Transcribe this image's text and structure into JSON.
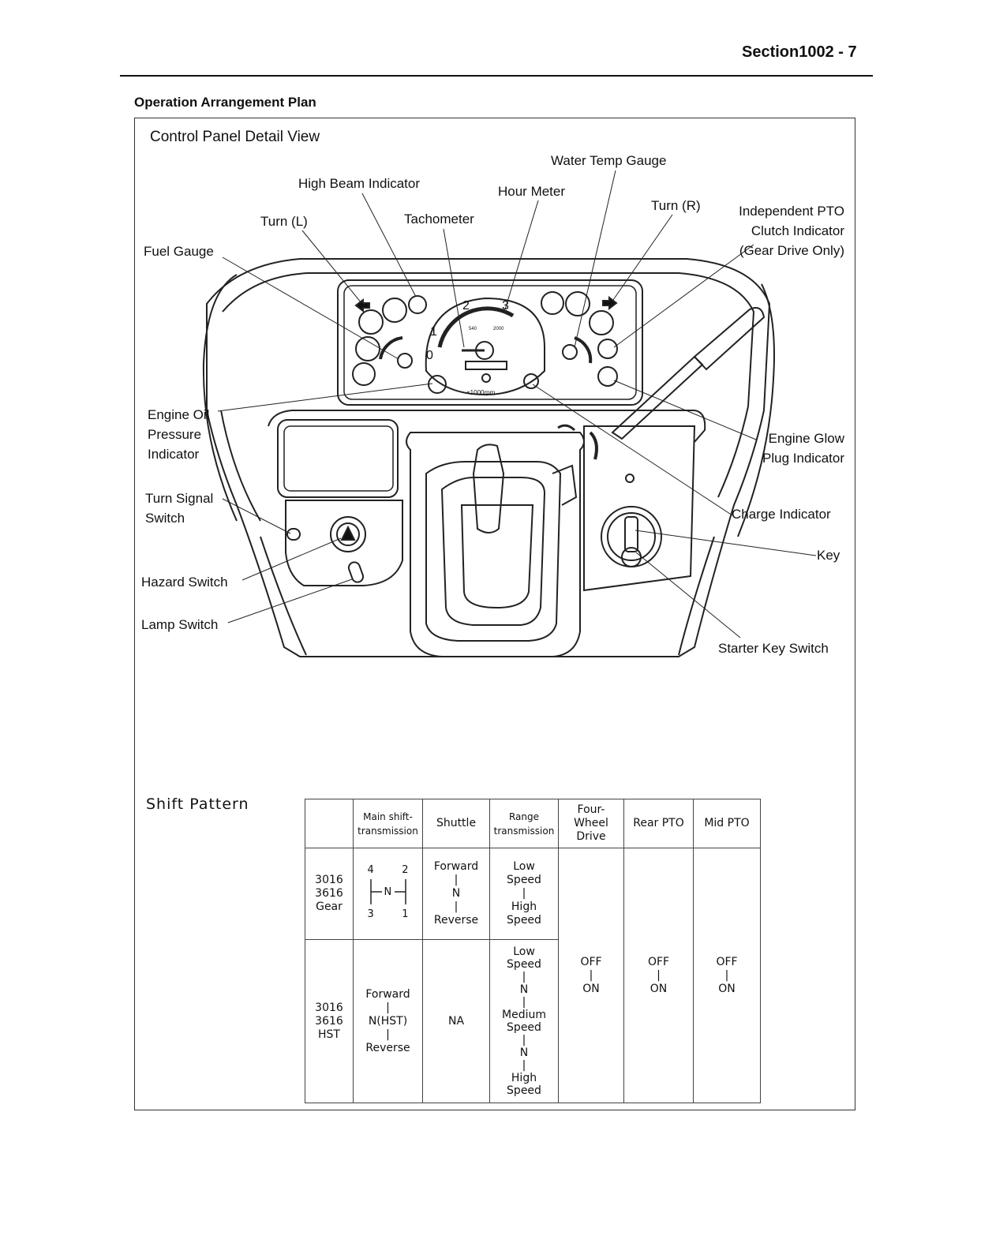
{
  "header": {
    "section": "Section1002 - 7"
  },
  "page_heading": "Operation Arrangement Plan",
  "panel": {
    "title": "Control Panel Detail View",
    "callouts": {
      "water_temp": "Water Temp Gauge",
      "high_beam": "High Beam Indicator",
      "hour_meter": "Hour Meter",
      "turn_r": "Turn (R)",
      "turn_l": "Turn (L)",
      "tachometer": "Tachometer",
      "pto_1": "Independent PTO",
      "pto_2": "Clutch Indicator",
      "pto_3": "(Gear Drive Only)",
      "fuel": "Fuel Gauge",
      "oil_1": "Engine Oil",
      "oil_2": "Pressure",
      "oil_3": "Indicator",
      "glow_1": "Engine Glow",
      "glow_2": "Plug Indicator",
      "turn_switch_1": "Turn Signal",
      "turn_switch_2": "Switch",
      "charge": "Charge Indicator",
      "key": "Key",
      "hazard": "Hazard Switch",
      "lamp": "Lamp Switch",
      "starter": "Starter Key Switch"
    },
    "gauge_marks": {
      "tach_0": "0",
      "tach_1": "1",
      "tach_2": "2",
      "tach_3": "3",
      "rpm_unit": "×1000rpm",
      "pto_540": "540",
      "pto_2000": "2000"
    }
  },
  "shift_pattern": {
    "title": "Shift Pattern",
    "headers": {
      "main_shift": [
        "Main shift-",
        "transmission"
      ],
      "shuttle": "Shuttle",
      "range": [
        "Range",
        "transmission"
      ],
      "four_wheel": [
        "Four-",
        "Wheel",
        "Drive"
      ],
      "rear_pto": "Rear PTO",
      "mid_pto": "Mid PTO"
    },
    "gear_row": {
      "model": [
        "3016",
        "3616",
        "Gear"
      ],
      "gears": {
        "g4": "4",
        "g2": "2",
        "g3": "3",
        "g1": "1",
        "n": "N"
      },
      "shuttle": [
        "Forward",
        "|",
        "N",
        "|",
        "Reverse"
      ],
      "range": [
        "Low",
        "Speed",
        "|",
        "High",
        "Speed"
      ]
    },
    "hst_row": {
      "model": [
        "3016",
        "3616",
        "HST"
      ],
      "main": [
        "Forward",
        "|",
        "N(HST)",
        "|",
        "Reverse"
      ],
      "shuttle": "NA",
      "range": [
        "Low",
        "Speed",
        "|",
        "N",
        "|",
        "Medium",
        "Speed",
        "|",
        "N",
        "|",
        "High",
        "Speed"
      ]
    },
    "four_wheel": [
      "OFF",
      "|",
      "ON"
    ],
    "rear_pto": [
      "OFF",
      "|",
      "ON"
    ],
    "mid_pto": [
      "OFF",
      "|",
      "ON"
    ]
  }
}
